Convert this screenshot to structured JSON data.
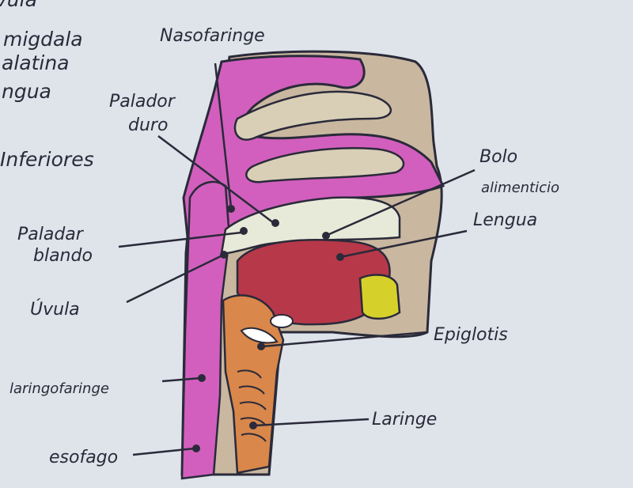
{
  "side_notes": [
    "vula",
    "migdala",
    "alatina",
    "ngua",
    "Inferiores"
  ],
  "labels": {
    "nasofaringe": "Nasofaringe",
    "paladar_duro": [
      "Palador",
      "duro"
    ],
    "paladar_blando": [
      "Paladar",
      "blando"
    ],
    "uvula": "Úvula",
    "bolo": [
      "Bolo",
      "alimenticio"
    ],
    "lengua": "Lengua",
    "epiglotis": "Epiglotis",
    "laringofaringe": "laringofaringe",
    "laringe": "Laringe",
    "esofago": "esofago"
  },
  "colors": {
    "paper": "#dfe3ea",
    "pink": "#d25fbd",
    "beige": "#c9b7a0",
    "red": "#b73849",
    "yellow": "#d6d12a",
    "orange": "#d9874a",
    "line": "#2a2a3a"
  }
}
